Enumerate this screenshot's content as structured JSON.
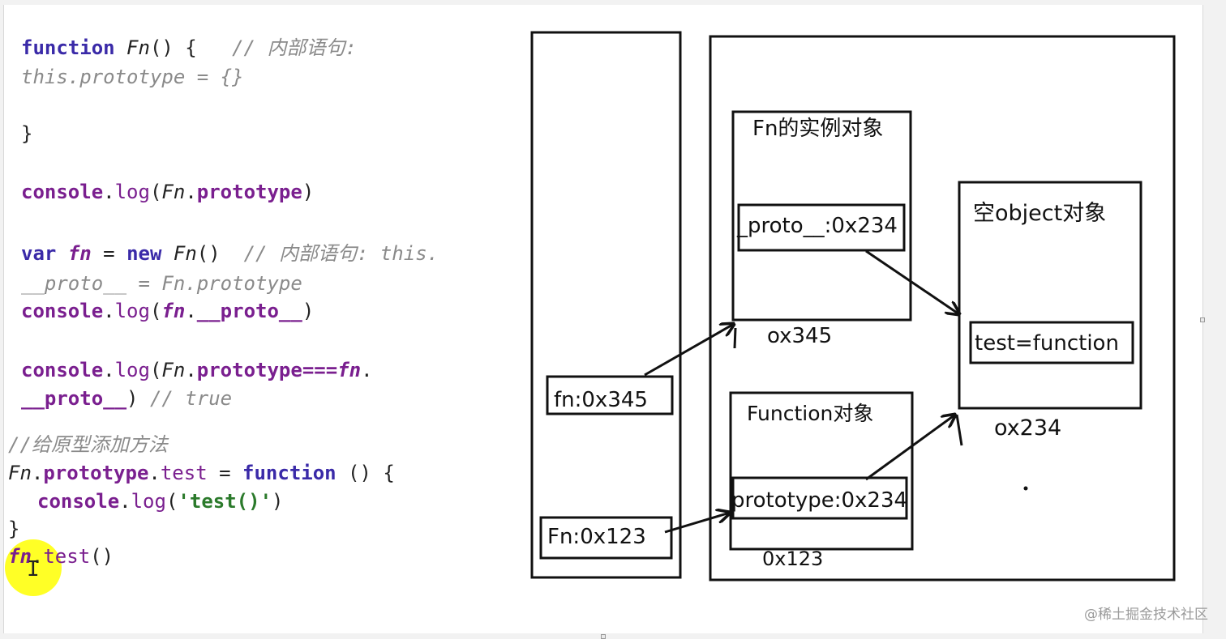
{
  "code": {
    "line1": {
      "kw": "function",
      "name": "Fn",
      "rest": "() {",
      "comment": "// 内部语句:"
    },
    "line2": "this.prototype = {}",
    "line3": "}",
    "line4": {
      "obj": "console",
      "method": "log",
      "arg_name": "Fn",
      "arg_prop": "prototype"
    },
    "line5": {
      "kw1": "var",
      "var": "fn",
      "eq": " = ",
      "kw2": "new",
      "name": "Fn",
      "rest": "()",
      "comment": "// 内部语句: this."
    },
    "line6": "__proto__ = Fn.prototype",
    "line7": {
      "obj": "console",
      "method": "log",
      "var": "fn",
      "prop": "__proto__"
    },
    "line8": {
      "obj": "console",
      "method": "log",
      "name": "Fn",
      "prop": "prototype",
      "op": "===",
      "var": "fn",
      "tail": "."
    },
    "line9": {
      "prop": "__proto__",
      "rest": ")",
      "comment": "// true"
    },
    "line10": "//给原型添加方法",
    "line11": {
      "name": "Fn",
      "prop": "prototype",
      "method": "test",
      "eq": " = ",
      "kw": "function",
      "rest": " () {"
    },
    "line12": {
      "obj": "console",
      "method": "log",
      "str": "'test()'"
    },
    "line13": "}",
    "line14": {
      "var": "fn",
      "method": "test",
      "rest": "()"
    }
  },
  "diagram": {
    "var_fn": "fn:0x345",
    "var_Fn": "Fn:0x123",
    "instance_title": "Fn的实例对象",
    "instance_field": "_proto__:0x234",
    "instance_addr": "ox345",
    "function_title": "Function对象",
    "function_field": "prototype:0x234",
    "function_addr": "0x123",
    "empty_title": "空object对象",
    "empty_field": "test=function",
    "empty_addr": "ox234"
  },
  "watermark": "@稀土掘金技术社区"
}
